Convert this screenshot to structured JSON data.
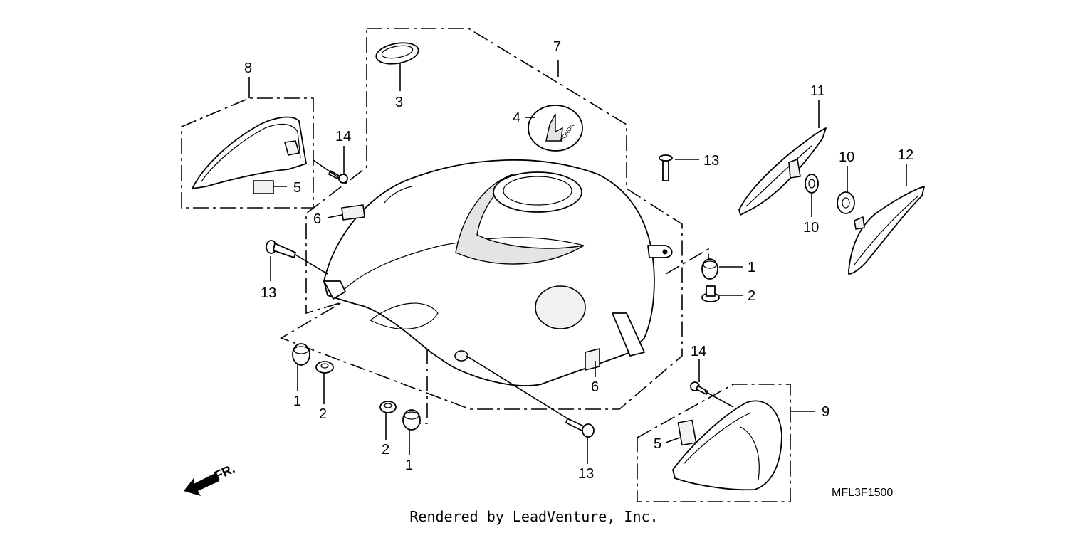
{
  "callouts": {
    "c1a": "1",
    "c1b": "1",
    "c1c": "1",
    "c2a": "2",
    "c2b": "2",
    "c2c": "2",
    "c3": "3",
    "c4": "4",
    "c5a": "5",
    "c5b": "5",
    "c6a": "6",
    "c6b": "6",
    "c7": "7",
    "c8": "8",
    "c9": "9",
    "c10a": "10",
    "c10b": "10",
    "c11": "11",
    "c12": "12",
    "c13a": "13",
    "c13b": "13",
    "c13c": "13",
    "c14a": "14",
    "c14b": "14"
  },
  "direction_label": "FR.",
  "diagram_code": "MFL3F1500",
  "emblem_text": "HONDA",
  "credit": "Rendered by LeadVenture, Inc."
}
